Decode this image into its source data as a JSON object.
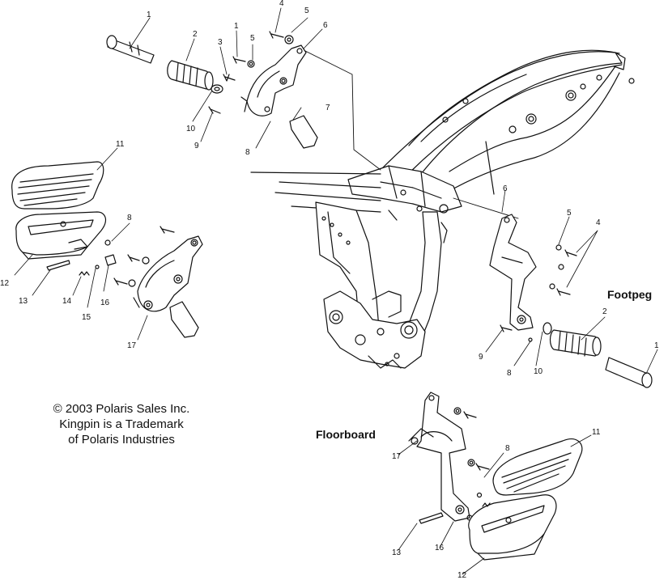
{
  "headings": {
    "footpeg": "Footpeg",
    "floorboard": "Floorboard"
  },
  "copyright": {
    "line1": "© 2003 Polaris Sales Inc.",
    "line2": "Kingpin is a Trademark",
    "line3": "of Polaris Industries"
  },
  "callouts": {
    "top": [
      "1",
      "2",
      "3",
      "1",
      "5",
      "4",
      "5",
      "6",
      "10",
      "9",
      "8",
      "7"
    ],
    "left": [
      "11",
      "8",
      "12",
      "13",
      "14",
      "15",
      "16",
      "17"
    ],
    "right": [
      "6",
      "5",
      "4",
      "2",
      "1",
      "9",
      "8",
      "10"
    ],
    "bottom": [
      "11",
      "8",
      "17",
      "13",
      "16",
      "12"
    ]
  }
}
